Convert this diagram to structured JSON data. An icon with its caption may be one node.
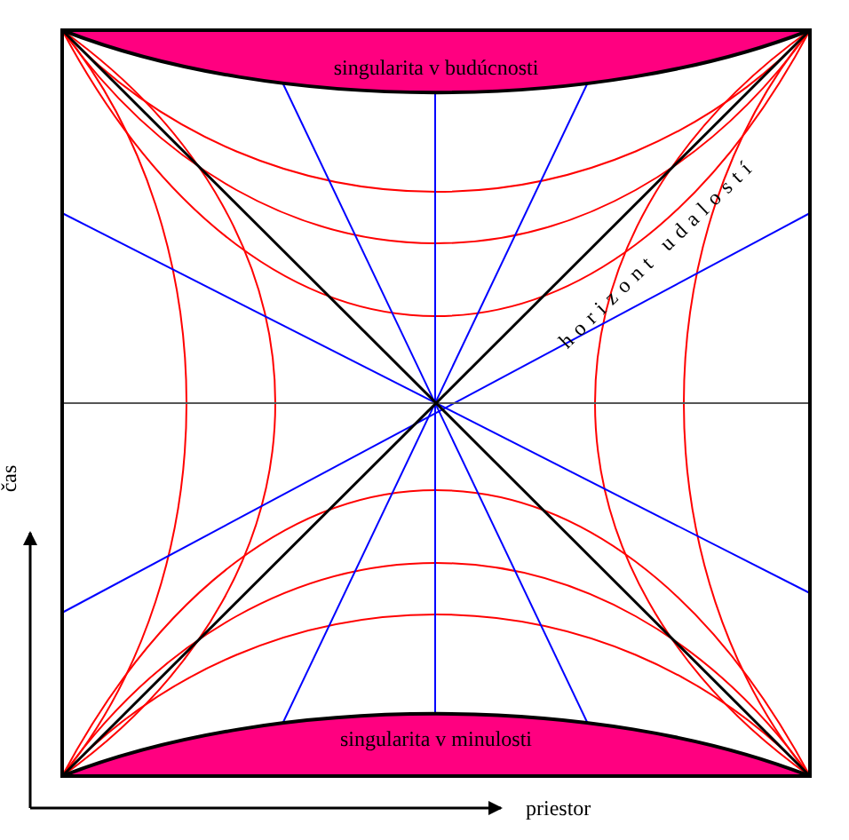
{
  "diagram": {
    "nodes": [
      {
        "text": [
          "singularita v budúcnosti"
        ]
      },
      {
        "text": [
          "singularita v minulosti"
        ]
      }
    ],
    "edges": [],
    "labels": [
      "horizont udalostí",
      "čas",
      "priestor"
    ]
  }
}
